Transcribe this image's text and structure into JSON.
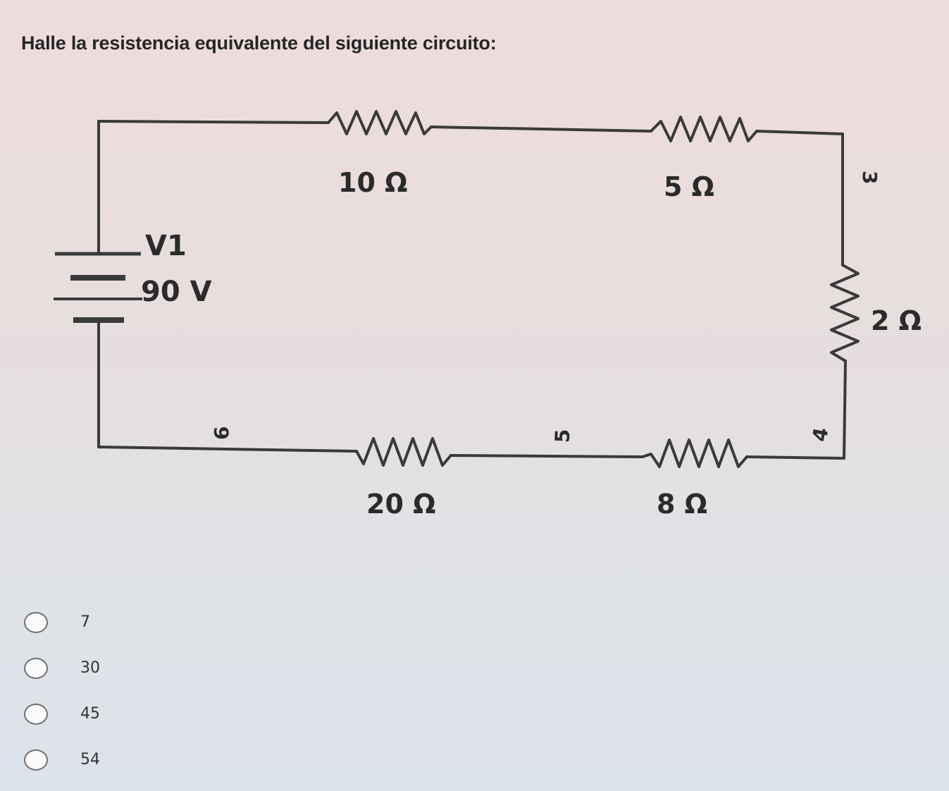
{
  "question": {
    "text": "Halle la resistencia equivalente del siguiente circuito:"
  },
  "circuit": {
    "source": {
      "name": "V1",
      "value": "90 V"
    },
    "resistors": [
      {
        "label": "10 Ω"
      },
      {
        "label": "5 Ω"
      },
      {
        "label": "2 Ω"
      },
      {
        "label": "8 Ω"
      },
      {
        "label": "20 Ω"
      }
    ],
    "nodes": [
      "3",
      "4",
      "5",
      "6"
    ]
  },
  "options": [
    {
      "label": "7"
    },
    {
      "label": "30"
    },
    {
      "label": "45"
    },
    {
      "label": "54"
    }
  ]
}
